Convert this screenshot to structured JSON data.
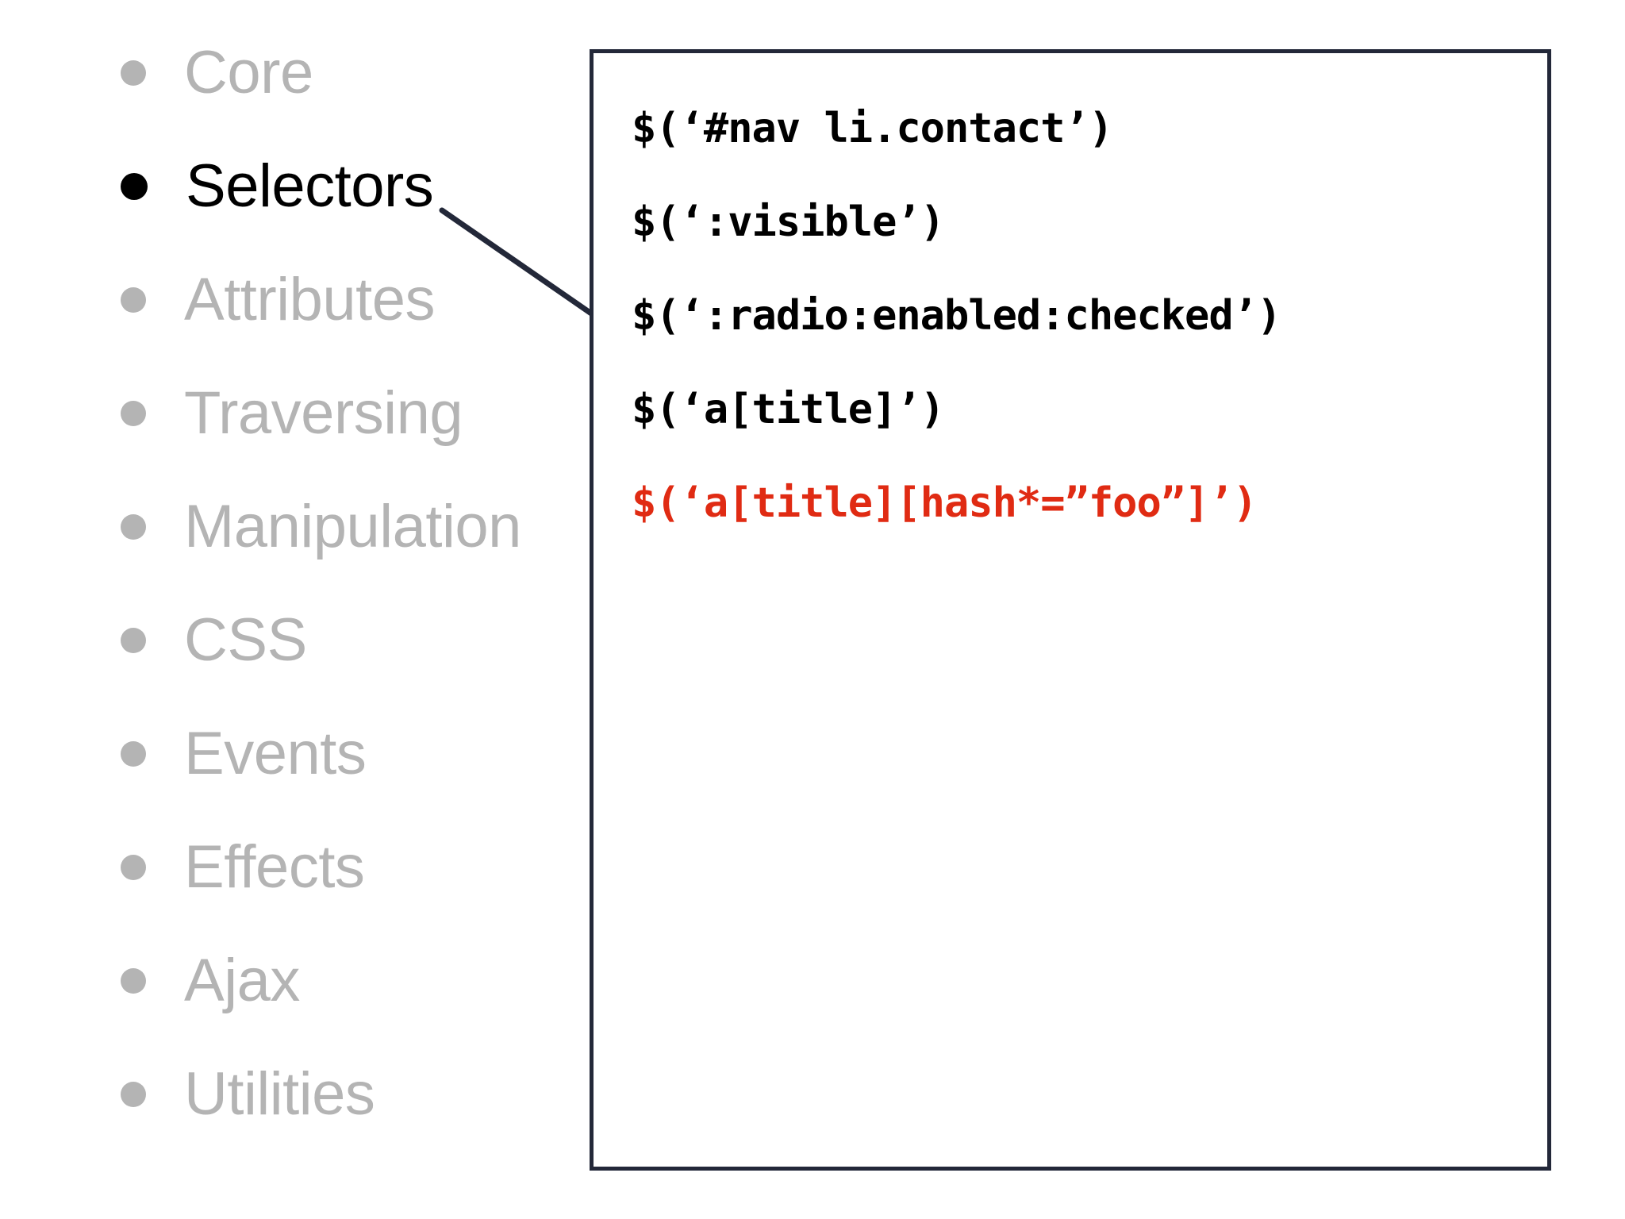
{
  "slide": {
    "background_color": "#ffffff"
  },
  "agenda": {
    "name": "jquery-api-sections",
    "active_index": 1,
    "active_color": "#000000",
    "inactive_color": "#b4b4b4",
    "items": [
      {
        "label": "Core",
        "active": false
      },
      {
        "label": "Selectors",
        "active": true
      },
      {
        "label": "Attributes",
        "active": false
      },
      {
        "label": "Traversing",
        "active": false
      },
      {
        "label": "Manipulation",
        "active": false
      },
      {
        "label": "CSS",
        "active": false
      },
      {
        "label": "Events",
        "active": false
      },
      {
        "label": "Effects",
        "active": false
      },
      {
        "label": "Ajax",
        "active": false
      },
      {
        "label": "Utilities",
        "active": false
      }
    ]
  },
  "connector": {
    "name": "callout-line",
    "color": "#232839",
    "from_label": "Selectors",
    "to_panel": "code-panel"
  },
  "code_panel": {
    "border_color": "#232839",
    "background_color": "#ffffff",
    "highlight_color": "#e02b13",
    "lines": [
      {
        "text": "$(‘#nav li.contact’)",
        "highlighted": false
      },
      {
        "text": "$(‘:visible’)",
        "highlighted": false
      },
      {
        "text": "$(‘:radio:enabled:checked’)",
        "highlighted": false
      },
      {
        "text": "$(‘a[title]’)",
        "highlighted": false
      },
      {
        "text": "$(‘a[title][hash*=”foo”]’)",
        "highlighted": true
      }
    ]
  }
}
